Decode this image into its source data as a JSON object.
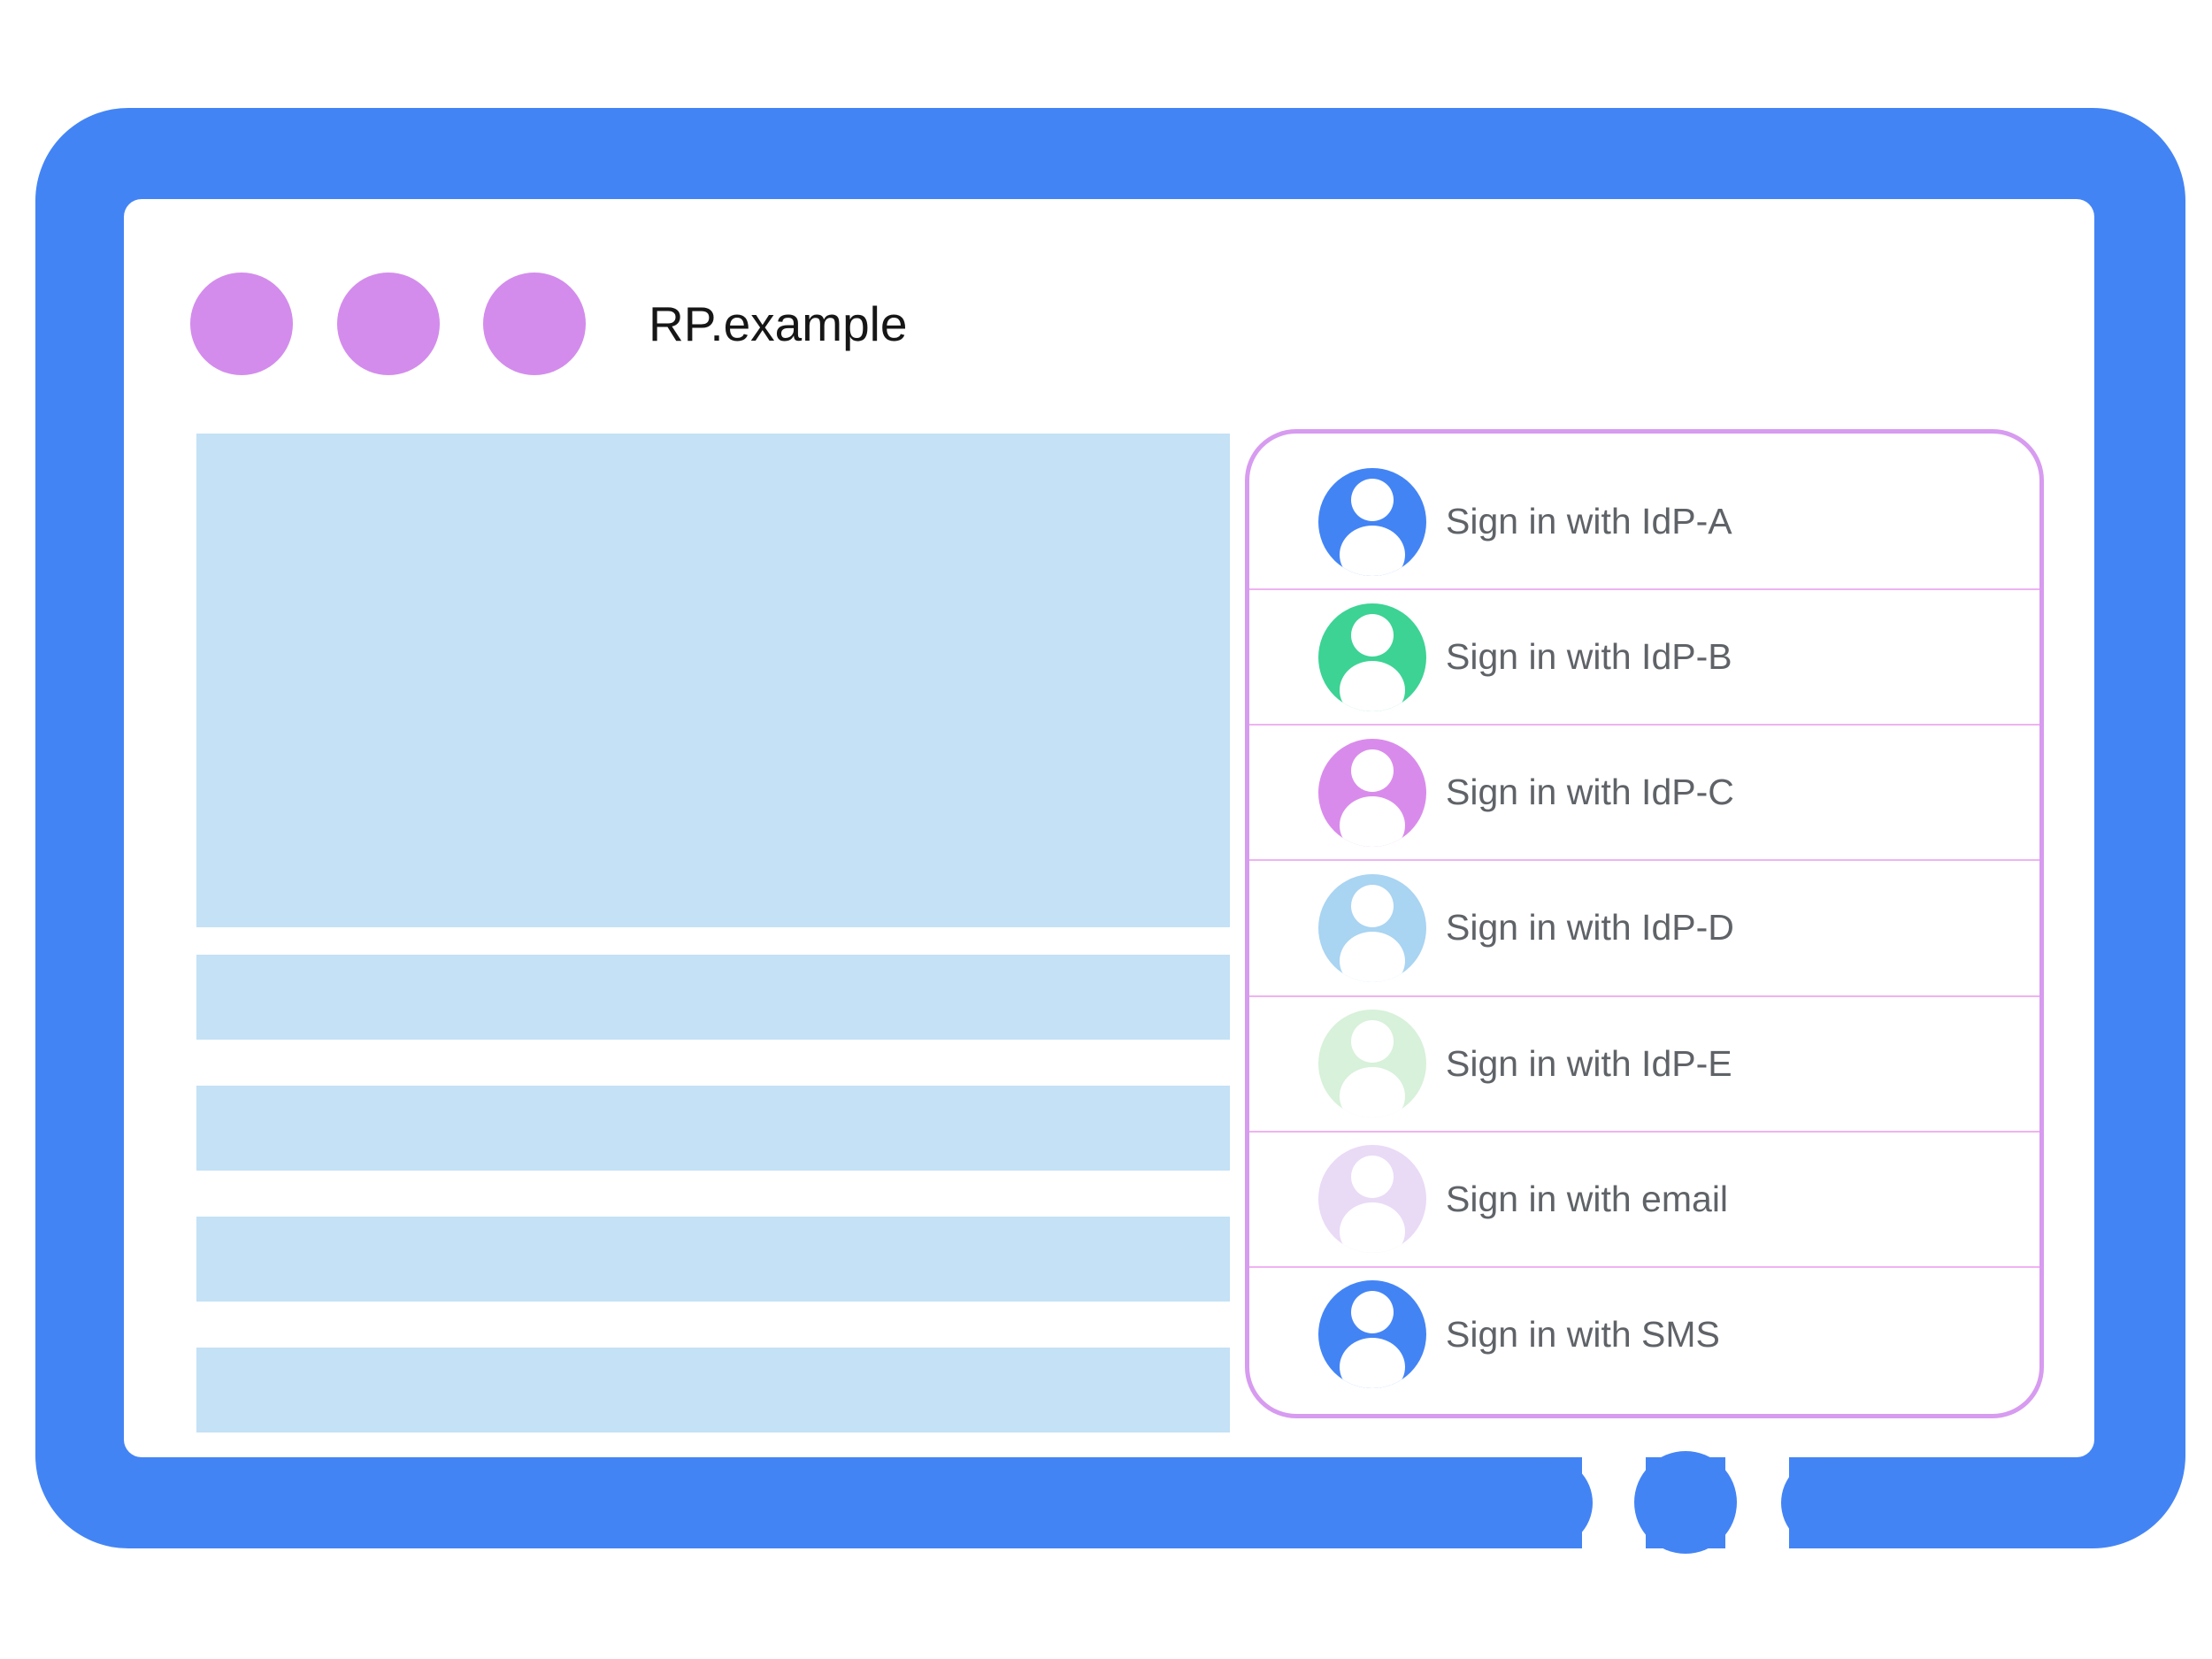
{
  "colors": {
    "page_bg": "#FFFFFF",
    "frame_blue": "#4384F5",
    "window_dot": "#D38CEC",
    "placeholder_blue": "#C4E1F6",
    "panel_border": "#D79BF0",
    "panel_divider": "#EFB3F1",
    "label_gray": "#5F6368",
    "title_black": "#161616"
  },
  "browser": {
    "site_name": "RP.example"
  },
  "signin": {
    "options": [
      {
        "label": "Sign in with IdP-A",
        "avatar_color": "#4384F5"
      },
      {
        "label": "Sign in with IdP-B",
        "avatar_color": "#3CD394"
      },
      {
        "label": "Sign in with IdP-C",
        "avatar_color": "#D98BEB"
      },
      {
        "label": "Sign in with IdP-D",
        "avatar_color": "#A9D4F2"
      },
      {
        "label": "Sign in with IdP-E",
        "avatar_color": "#D8F1DA"
      },
      {
        "label": "Sign in with email",
        "avatar_color": "#E9DAF6"
      },
      {
        "label": "Sign in with SMS",
        "avatar_color": "#4384F5"
      }
    ]
  }
}
